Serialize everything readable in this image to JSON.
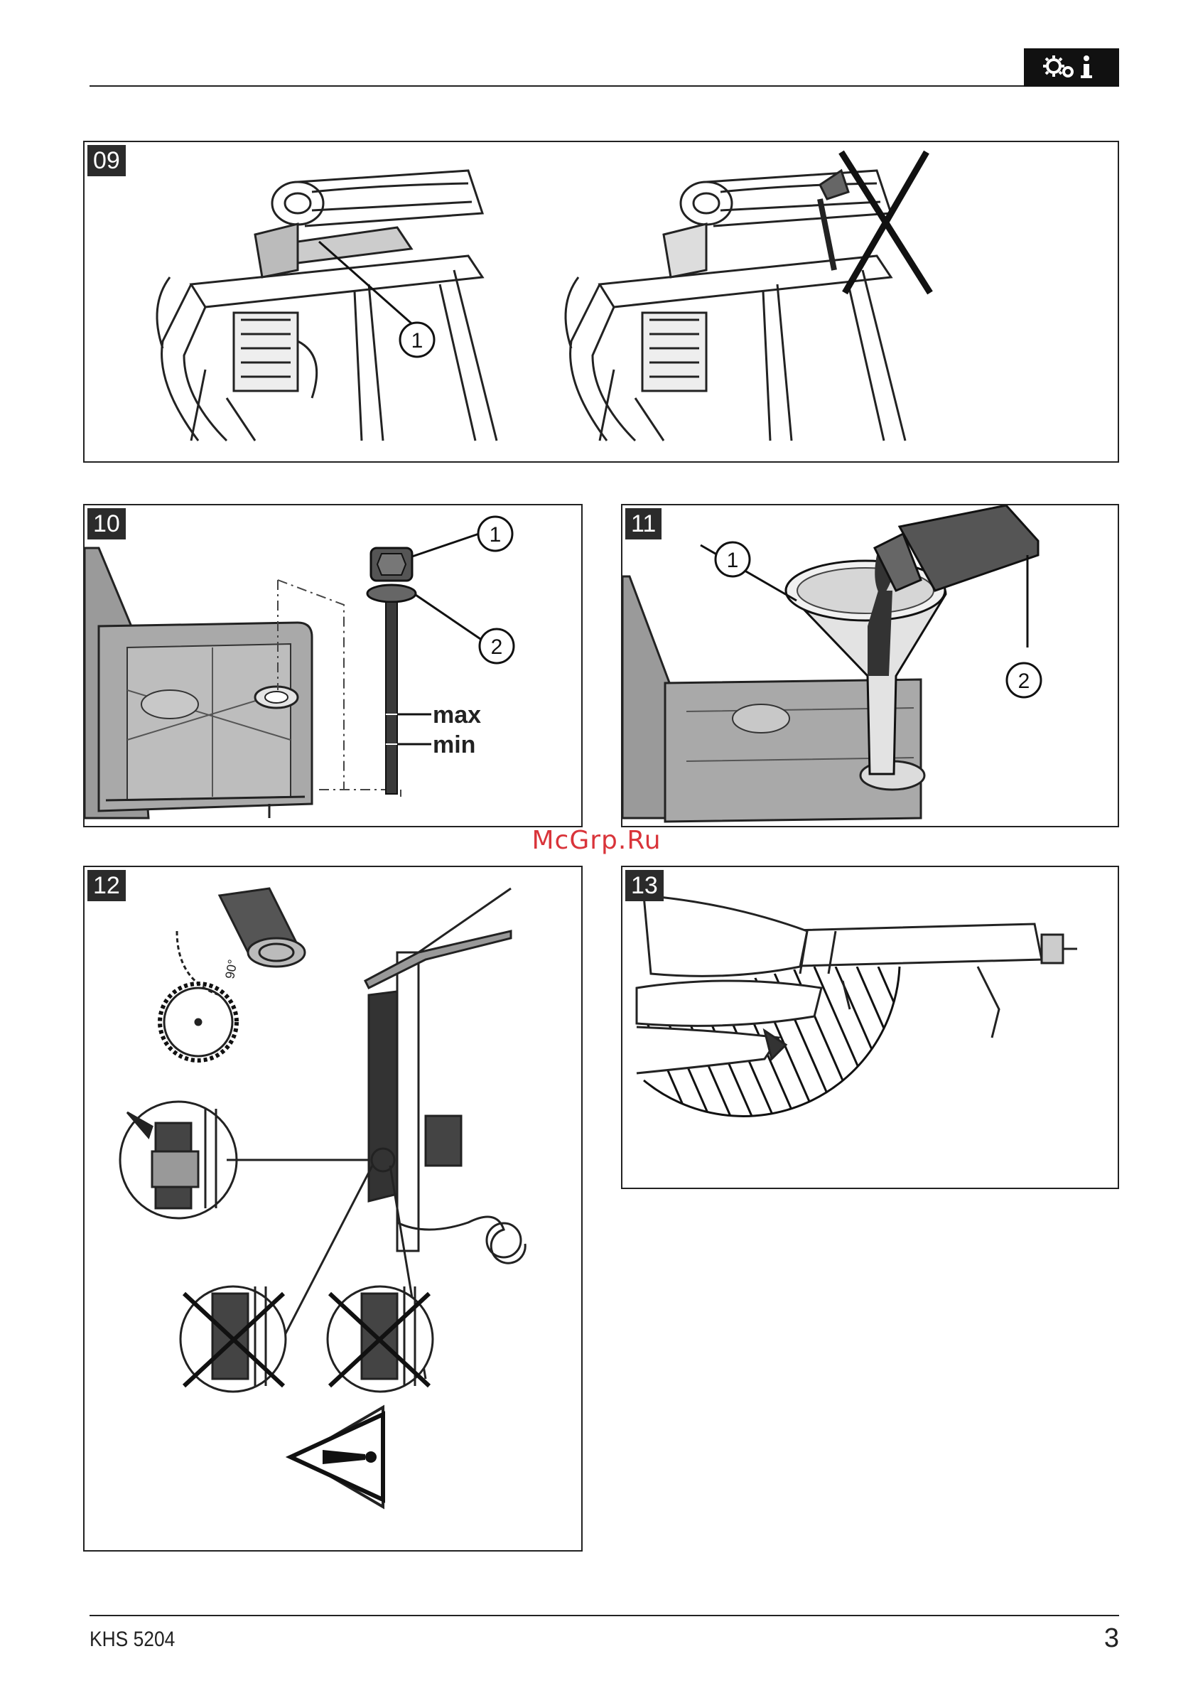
{
  "header": {
    "icon": "gear-info-icon"
  },
  "panels": {
    "p09": {
      "number": "09",
      "callouts": [
        "1"
      ]
    },
    "p10": {
      "number": "10",
      "callouts": [
        "1",
        "2"
      ],
      "labels": {
        "max": "max",
        "min": "min"
      }
    },
    "p11": {
      "number": "11",
      "callouts": [
        "1",
        "2"
      ]
    },
    "p12": {
      "number": "12",
      "angle": "90°"
    },
    "p13": {
      "number": "13"
    }
  },
  "watermark": "McGrp.Ru",
  "footer": {
    "model": "KHS 5204",
    "page": "3"
  }
}
